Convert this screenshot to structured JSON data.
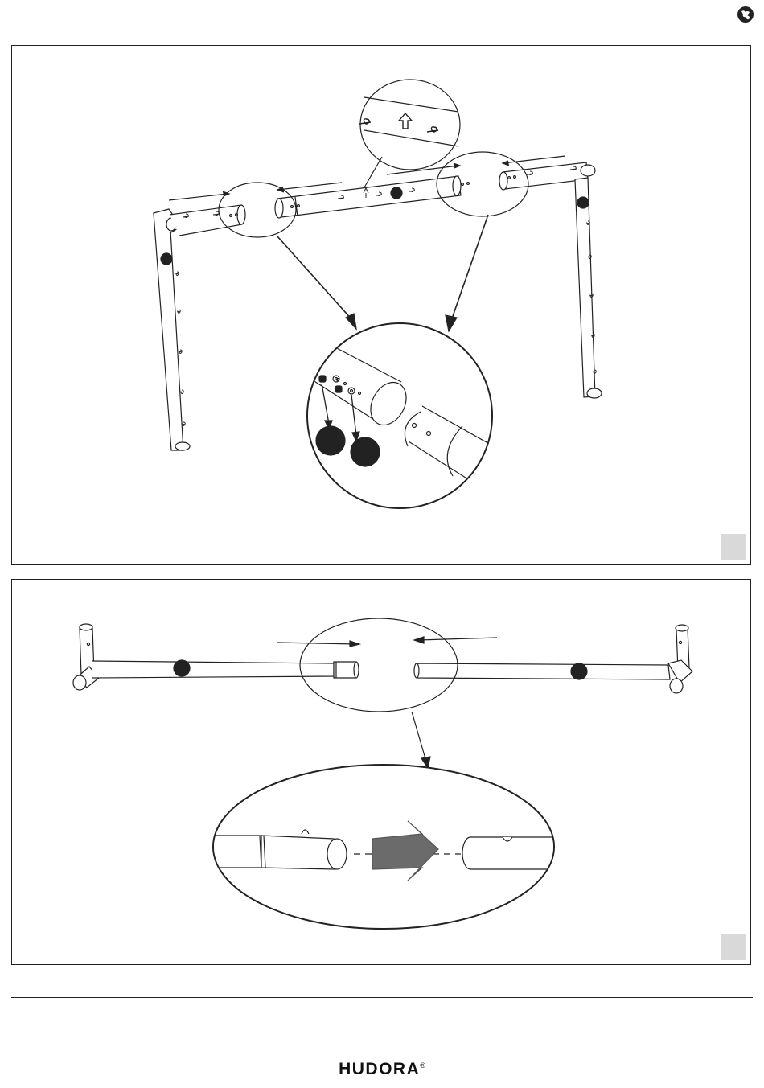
{
  "header": {
    "language_icon": "gb-flag-circle-icon"
  },
  "panels": [
    {
      "name": "step-top-frame-assembly",
      "icons": [
        "spring-icon",
        "up-arrow-icon",
        "screw-icon",
        "washer-icon"
      ]
    },
    {
      "name": "step-tube-connection",
      "icons": [
        "arrow-right-icon",
        "arrow-left-icon"
      ]
    }
  ],
  "footer": {
    "brand": "HUDORA",
    "brand_mark": "®"
  }
}
